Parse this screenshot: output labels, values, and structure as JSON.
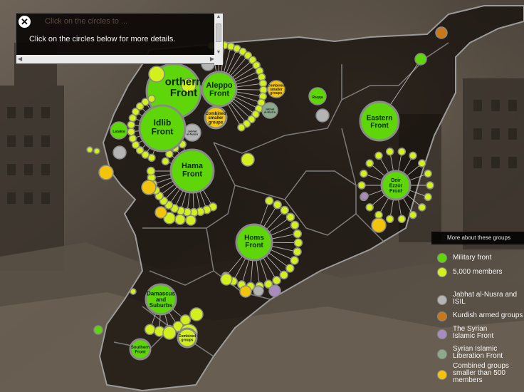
{
  "popup": {
    "title": "Click on the circles to ...",
    "message": "Click on the circles below for more details."
  },
  "colors": {
    "military_front": "#5ed60a",
    "members_5000": "#d3f01e",
    "nusra_isil": "#b4b4b4",
    "kurdish": "#c8781a",
    "syrian_islamic_front": "#a88cc0",
    "syrian_islamic_liberation": "#8aaa8a",
    "combined_small": "#f2c50c"
  },
  "fronts": [
    {
      "id": "northern",
      "label": "Northern Front",
      "label_lines": [
        "orthern",
        "Front"
      ]
    },
    {
      "id": "aleppo",
      "label": "Aleppo Front",
      "label_lines": [
        "Aleppo",
        "Front"
      ]
    },
    {
      "id": "idlib",
      "label": "Idlib Front",
      "label_lines": [
        "Idlib",
        "Front"
      ]
    },
    {
      "id": "hama",
      "label": "Hama Front",
      "label_lines": [
        "Hama",
        "Front"
      ]
    },
    {
      "id": "eastern",
      "label": "Eastern Front",
      "label_lines": [
        "Eastern",
        "Front"
      ]
    },
    {
      "id": "deir",
      "label": "Deir Ezzor Front",
      "label_lines": [
        "Deir",
        "Ezzor",
        "Front"
      ]
    },
    {
      "id": "homs",
      "label": "Homs Front",
      "label_lines": [
        "Homs",
        "Front"
      ]
    },
    {
      "id": "damascus",
      "label": "Damascus and Suburbs",
      "label_lines": [
        "Damascus",
        "and",
        "Suburbs"
      ]
    },
    {
      "id": "southern",
      "label": "Southern Front",
      "label_lines": [
        "Southern",
        "Front"
      ]
    }
  ],
  "small_labels": {
    "latakia": "Latakia",
    "raqqa": "Raqqa",
    "combined": [
      "Combined",
      "smaller",
      "groups"
    ],
    "combined2": [
      "Combined",
      "smaller",
      "groups"
    ],
    "combined3": [
      "Combined",
      "groups"
    ],
    "other1": [
      "Jabhat",
      "al-Nusra"
    ],
    "other2": [
      "Jabhat",
      "al-Nusra"
    ]
  },
  "legend": {
    "header": "More about these groups",
    "items": [
      {
        "label": "Military front",
        "color": "#5ed60a"
      },
      {
        "label": "5,000 members",
        "color": "#d3f01e"
      },
      {
        "label": "Jabhat al-Nusra and ISIL",
        "color": "#b4b4b4"
      },
      {
        "label": "Kurdish armed groups",
        "color": "#c8781a"
      },
      {
        "label": "The Syrian Islamic Front",
        "color": "#a88cc0"
      },
      {
        "label": "Syrian Islamic Liberation Front",
        "color": "#8aaa8a"
      },
      {
        "label": "Combined groups smaller than 500 members",
        "color": "#f2c50c"
      }
    ]
  }
}
